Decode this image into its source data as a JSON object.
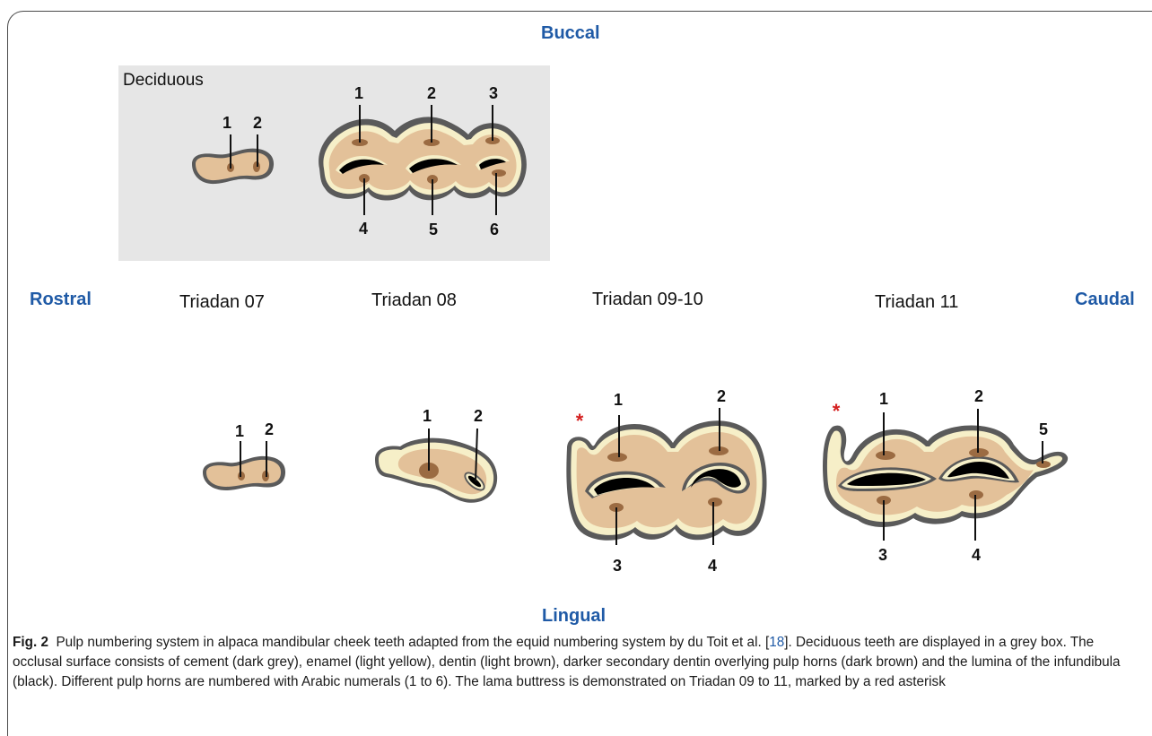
{
  "directions": {
    "buccal": "Buccal",
    "lingual": "Lingual",
    "rostral": "Rostral",
    "caudal": "Caudal"
  },
  "deciduous_label": "Deciduous",
  "columns": [
    "Triadan 07",
    "Triadan 08",
    "Triadan 09-10",
    "Triadan 11"
  ],
  "pulp_numbers": {
    "deciduous_small": [
      "1",
      "2"
    ],
    "deciduous_large": [
      "1",
      "2",
      "3",
      "4",
      "5",
      "6"
    ],
    "t07": [
      "1",
      "2"
    ],
    "t08": [
      "1",
      "2"
    ],
    "t0910": [
      "1",
      "2",
      "3",
      "4"
    ],
    "t11": [
      "1",
      "2",
      "3",
      "4",
      "5"
    ]
  },
  "asterisk": "*",
  "caption": {
    "fig_label": "Fig. 2",
    "text_before_ref": "Pulp numbering system in alpaca mandibular cheek teeth adapted from the equid numbering system by du Toit et al. [",
    "ref": "18",
    "text_after_ref": "]. Deciduous teeth are displayed in a grey box. The occlusal surface consists of cement (dark grey), enamel (light yellow), dentin (light brown), darker secondary dentin overlying pulp horns (dark brown) and the lumina of the infundibula (black). Different pulp horns are numbered with Arabic numerals (1 to 6). The lama buttress is demonstrated on Triadan 09 to 11, marked by a red asterisk"
  },
  "colors": {
    "direction_text": "#1f5aa6",
    "cement": "#5a5a5a",
    "enamel": "#f6efc8",
    "dentin": "#e3c199",
    "pulp_horn": "#9b6b42",
    "infundibulum": "#000000",
    "asterisk": "#d42020",
    "grey_box": "#e6e6e6"
  }
}
